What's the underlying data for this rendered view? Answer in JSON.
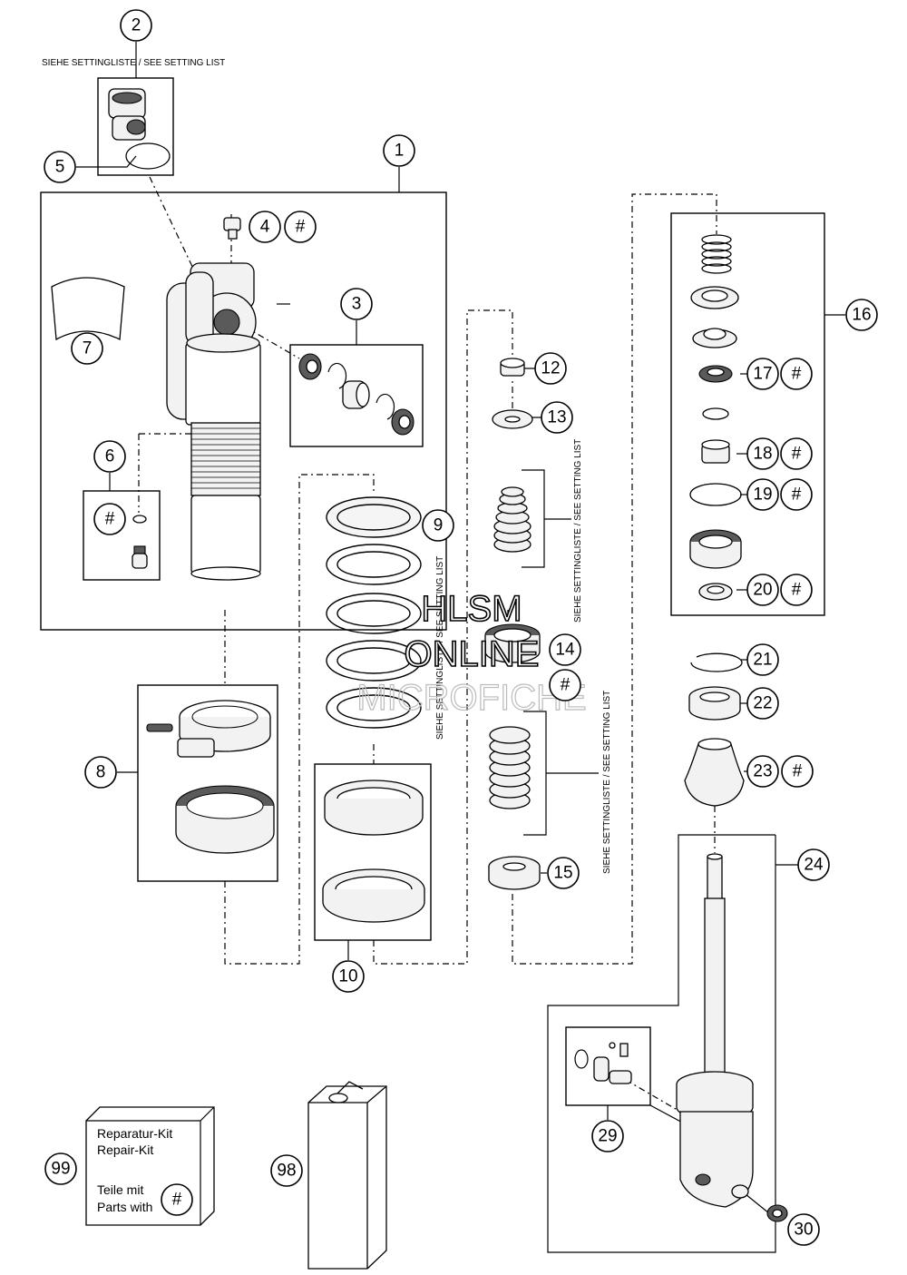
{
  "setting_note": "SIEHE SETTINGLISTE / SEE SETTING LIST",
  "hash": "#",
  "callouts": [
    "1",
    "2",
    "3",
    "4",
    "5",
    "6",
    "7",
    "8",
    "9",
    "10",
    "12",
    "13",
    "14",
    "15",
    "16",
    "17",
    "18",
    "19",
    "20",
    "21",
    "22",
    "23",
    "24",
    "29",
    "30",
    "98",
    "99"
  ],
  "kit_legend": {
    "line1": "Reparatur-Kit",
    "line2": "Repair-Kit",
    "line3": "Teile mit",
    "line4": "Parts with"
  },
  "watermark": {
    "line1": "HLSM",
    "line2": "ONLINE",
    "line3": "MICROFICHE"
  }
}
